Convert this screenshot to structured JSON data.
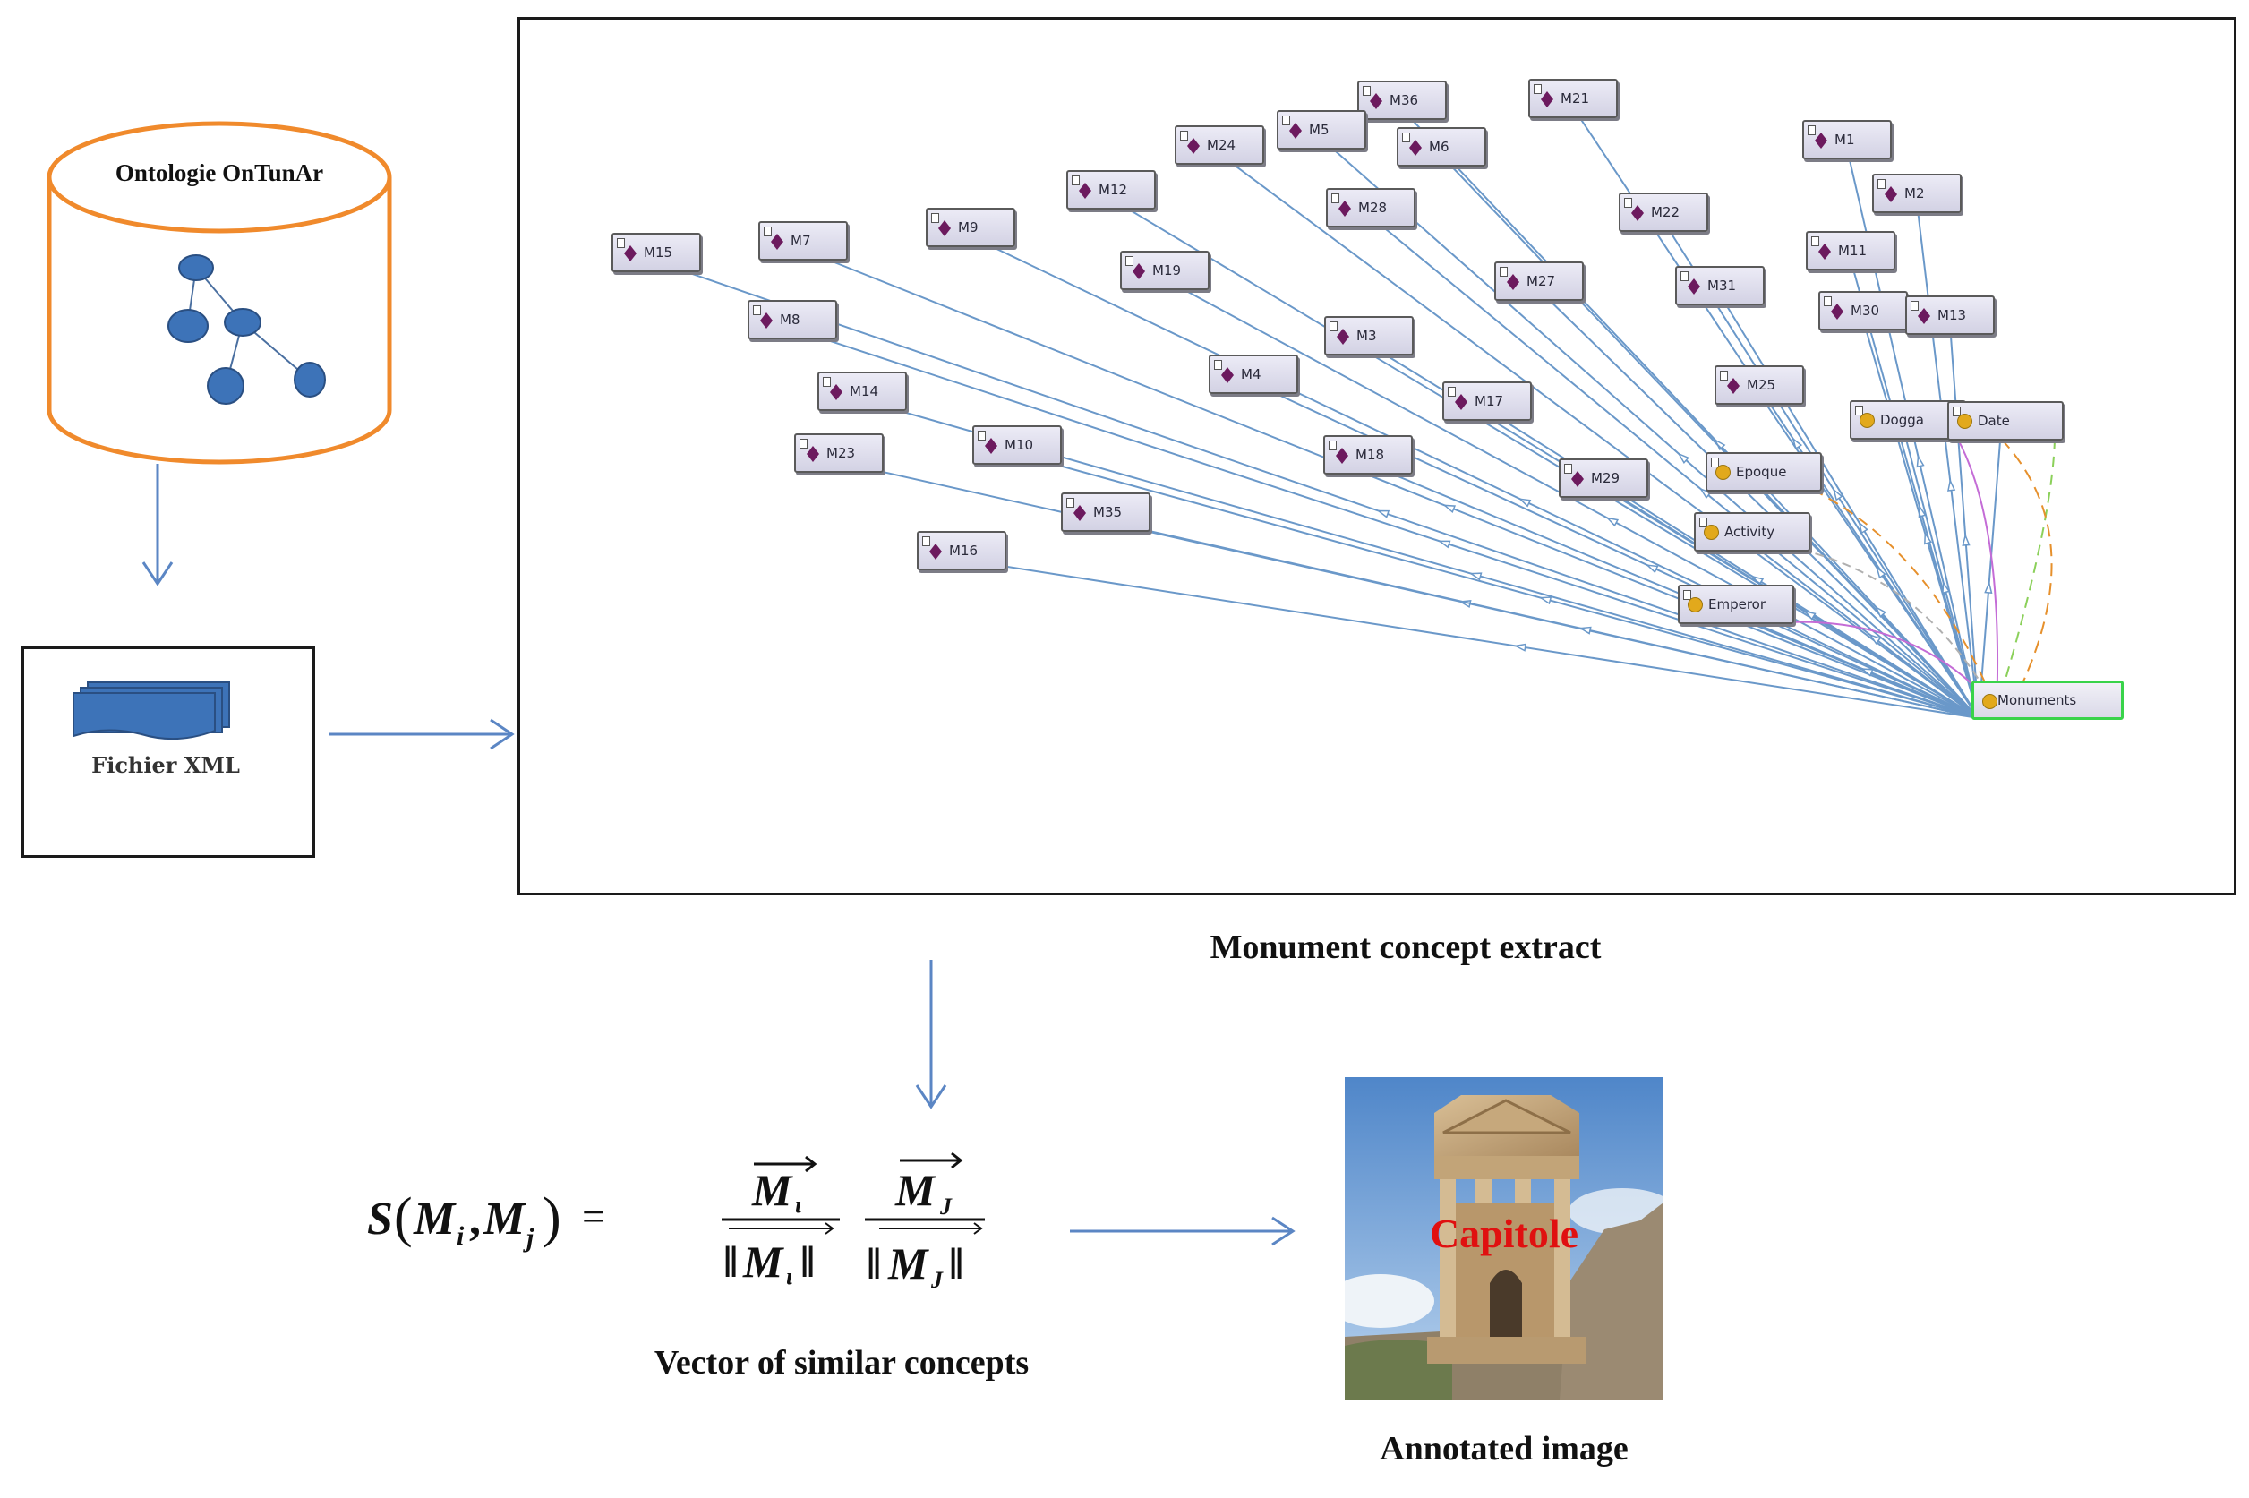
{
  "ontology": {
    "title": "Ontologie OnTunAr"
  },
  "xml_file": {
    "label": "Fichier XML"
  },
  "graph": {
    "caption": "Monument concept extract",
    "root": "Monuments",
    "classes": [
      "Dogga",
      "Date",
      "Epoque",
      "Activity",
      "Emperor"
    ],
    "individuals": [
      "M36",
      "M21",
      "M5",
      "M24",
      "M6",
      "M1",
      "M12",
      "M28",
      "M22",
      "M2",
      "M11",
      "M15",
      "M7",
      "M9",
      "M19",
      "M27",
      "M31",
      "M30",
      "M13",
      "M8",
      "M3",
      "M4",
      "M25",
      "M14",
      "M17",
      "M10",
      "M23",
      "M18",
      "M29",
      "M35",
      "M16"
    ]
  },
  "formula": {
    "lhs": "S(Mi, Mj) =",
    "numerator_1": "Mi",
    "denominator_1": "‖Mi‖",
    "numerator_2": "Mj",
    "denominator_2": "‖Mj‖"
  },
  "vector_caption": "Vector of similar concepts",
  "annotated_image": {
    "overlay_text": "Capitole",
    "caption": "Annotated image"
  },
  "colors": {
    "arrow": "#5b86c4",
    "cylinder": "#f08a2c",
    "tree_node": "#3d73b8",
    "edge": "#6a98c9",
    "root_border": "#39d34a",
    "overlay": "#e01010"
  }
}
